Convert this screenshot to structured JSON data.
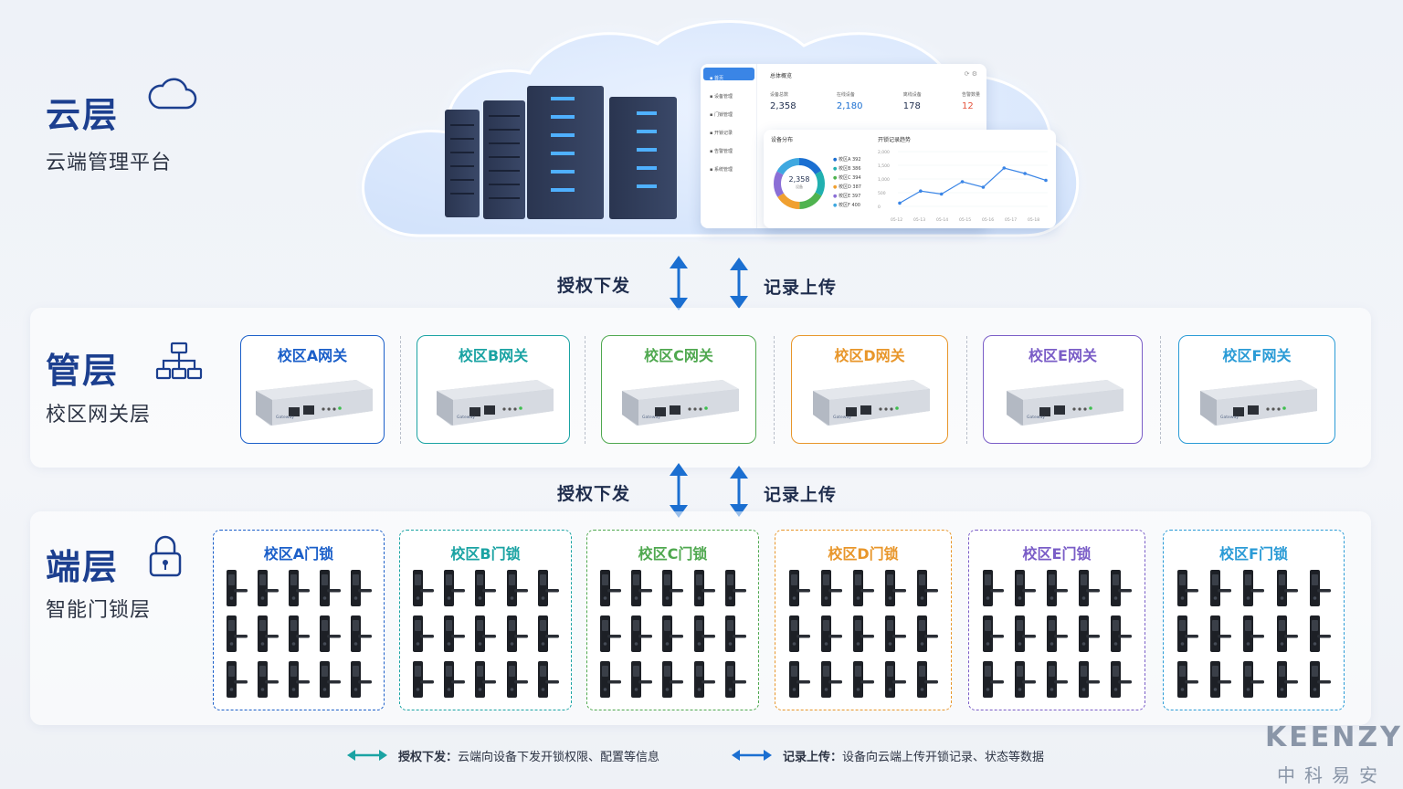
{
  "layers": {
    "cloud": {
      "title": "云层",
      "subtitle": "云端管理平台"
    },
    "gateway": {
      "title": "管层",
      "subtitle": "校区网关层"
    },
    "device": {
      "title": "端层",
      "subtitle": "智能门锁层"
    }
  },
  "dashboard": {
    "nav": [
      "首页",
      "设备管理",
      "门锁管理",
      "开锁记录",
      "告警管理",
      "系统管理"
    ],
    "nav_active": "首页",
    "header": "总体概览",
    "stats": [
      {
        "label": "设备总数",
        "value": "2,358",
        "color": "#1f2d4d"
      },
      {
        "label": "在线设备",
        "value": "2,180",
        "color": "#1b6fd1"
      },
      {
        "label": "离线设备",
        "value": "178",
        "color": "#1f2d4d"
      },
      {
        "label": "告警数量",
        "value": "12",
        "color": "#e5533d"
      }
    ],
    "donut": {
      "title": "设备分布",
      "center_value": "2,358",
      "center_label": "设备",
      "items": [
        {
          "label": "校区A",
          "value": "392",
          "color": "#1b6fd1"
        },
        {
          "label": "校区B",
          "value": "386",
          "color": "#21b0b0"
        },
        {
          "label": "校区C",
          "value": "394",
          "color": "#4fb34f"
        },
        {
          "label": "校区D",
          "value": "387",
          "color": "#f0a030"
        },
        {
          "label": "校区E",
          "value": "397",
          "color": "#8b6fd6"
        },
        {
          "label": "校区F",
          "value": "400",
          "color": "#3fa8e0"
        }
      ]
    },
    "trend": {
      "title": "开锁记录趋势",
      "y_ticks": [
        "2,000",
        "1,500",
        "1,000",
        "500",
        "0"
      ],
      "x_ticks": [
        "05-12",
        "05-13",
        "05-14",
        "05-15",
        "05-16",
        "05-17",
        "05-18"
      ],
      "values": [
        120,
        560,
        450,
        900,
        700,
        1400,
        1200,
        950
      ]
    }
  },
  "flows": {
    "down_label": "授权下发",
    "up_label": "记录上传",
    "down_color": "#1aa3a3",
    "up_color": "#1b6fd1"
  },
  "gateways": [
    {
      "title": "校区A网关",
      "color": "#1b5fc9"
    },
    {
      "title": "校区B网关",
      "color": "#1aa3a3"
    },
    {
      "title": "校区C网关",
      "color": "#4fa84f"
    },
    {
      "title": "校区D网关",
      "color": "#e8962a"
    },
    {
      "title": "校区E网关",
      "color": "#7a5dc7"
    },
    {
      "title": "校区F网关",
      "color": "#2a9bd6"
    }
  ],
  "gateway_brand": "Gateway",
  "lock_groups": [
    {
      "title": "校区A门锁",
      "color": "#1b5fc9"
    },
    {
      "title": "校区B门锁",
      "color": "#1aa3a3"
    },
    {
      "title": "校区C门锁",
      "color": "#4fa84f"
    },
    {
      "title": "校区D门锁",
      "color": "#e8962a"
    },
    {
      "title": "校区E门锁",
      "color": "#7a5dc7"
    },
    {
      "title": "校区F门锁",
      "color": "#2a9bd6"
    }
  ],
  "legend": {
    "down_title": "授权下发：",
    "down_text": "云端向设备下发开锁权限、配置等信息",
    "up_title": "记录上传：",
    "up_text": "设备向云端上传开锁记录、状态等数据"
  },
  "brand": {
    "name": "KEENZY",
    "cn": "中科易安"
  }
}
